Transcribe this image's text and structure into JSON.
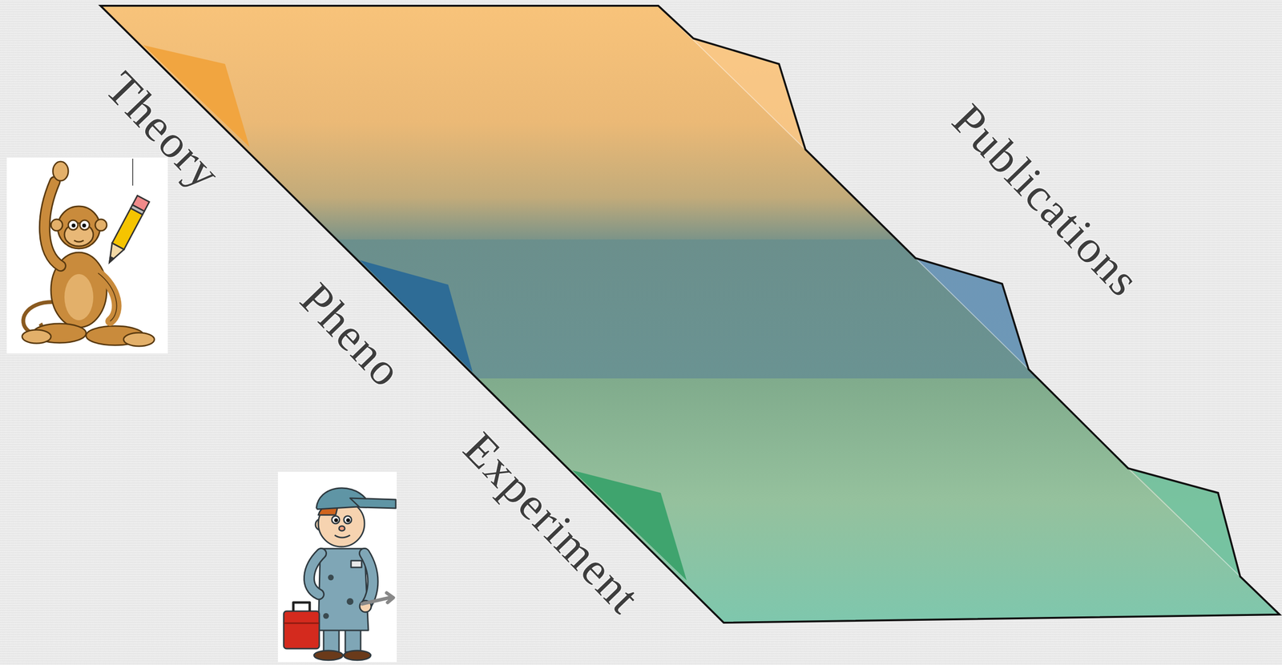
{
  "diagram": {
    "nodes": [
      {
        "text": [
          "Theory"
        ]
      },
      {
        "text": [
          "Pheno"
        ]
      },
      {
        "text": [
          "Experiment"
        ]
      }
    ],
    "labels": [
      "Publications"
    ]
  }
}
